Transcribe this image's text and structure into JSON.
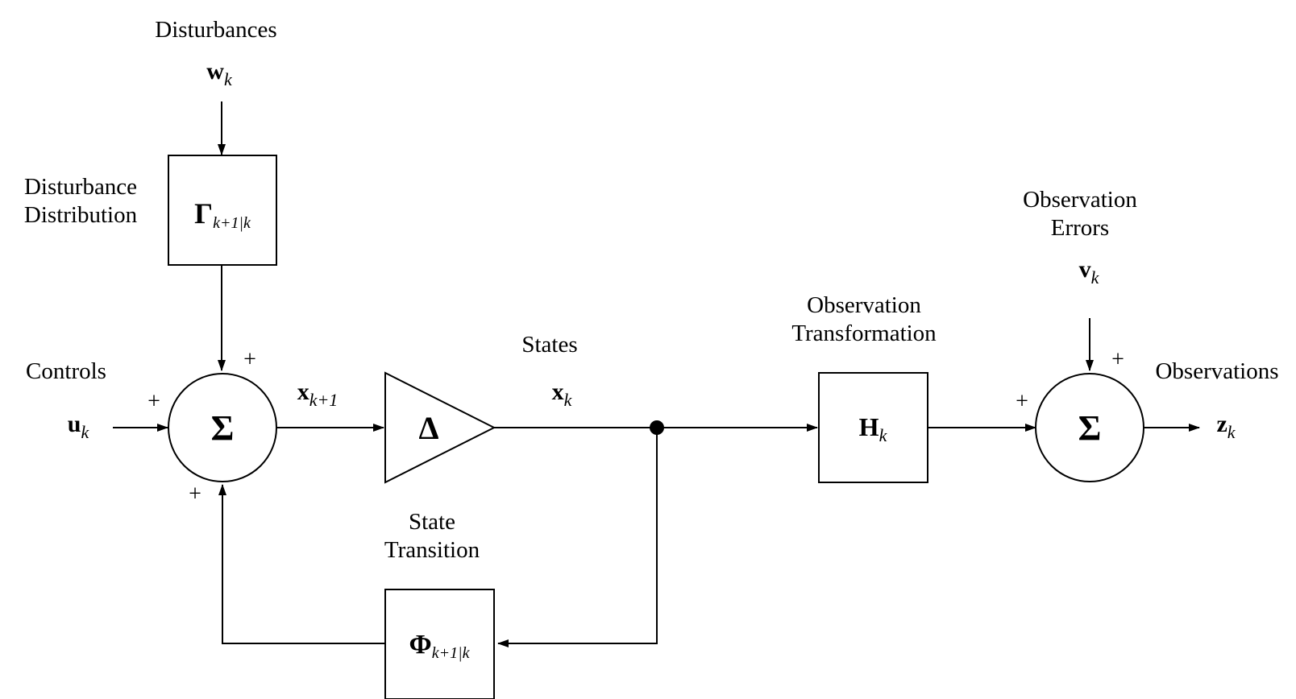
{
  "labels": {
    "disturbances": "Disturbances",
    "disturbance_distribution_1": "Disturbance",
    "disturbance_distribution_2": "Distribution",
    "controls": "Controls",
    "states": "States",
    "state_transition_1": "State",
    "state_transition_2": "Transition",
    "observation_transformation_1": "Observation",
    "observation_transformation_2": "Transformation",
    "observation_errors_1": "Observation",
    "observation_errors_2": "Errors",
    "observations": "Observations"
  },
  "symbols": {
    "w": "w",
    "w_sub": "k",
    "u": "u",
    "u_sub": "k",
    "x_next": "x",
    "x_next_sub": "k+1",
    "x": "x",
    "x_sub": "k",
    "v": "v",
    "v_sub": "k",
    "z": "z",
    "z_sub": "k",
    "gamma": "Γ",
    "gamma_sub": "k+1|k",
    "phi": "Φ",
    "phi_sub": "k+1|k",
    "h": "H",
    "h_sub": "k",
    "delta": "Δ",
    "sigma": "Σ"
  },
  "signs": {
    "plus": "+"
  }
}
